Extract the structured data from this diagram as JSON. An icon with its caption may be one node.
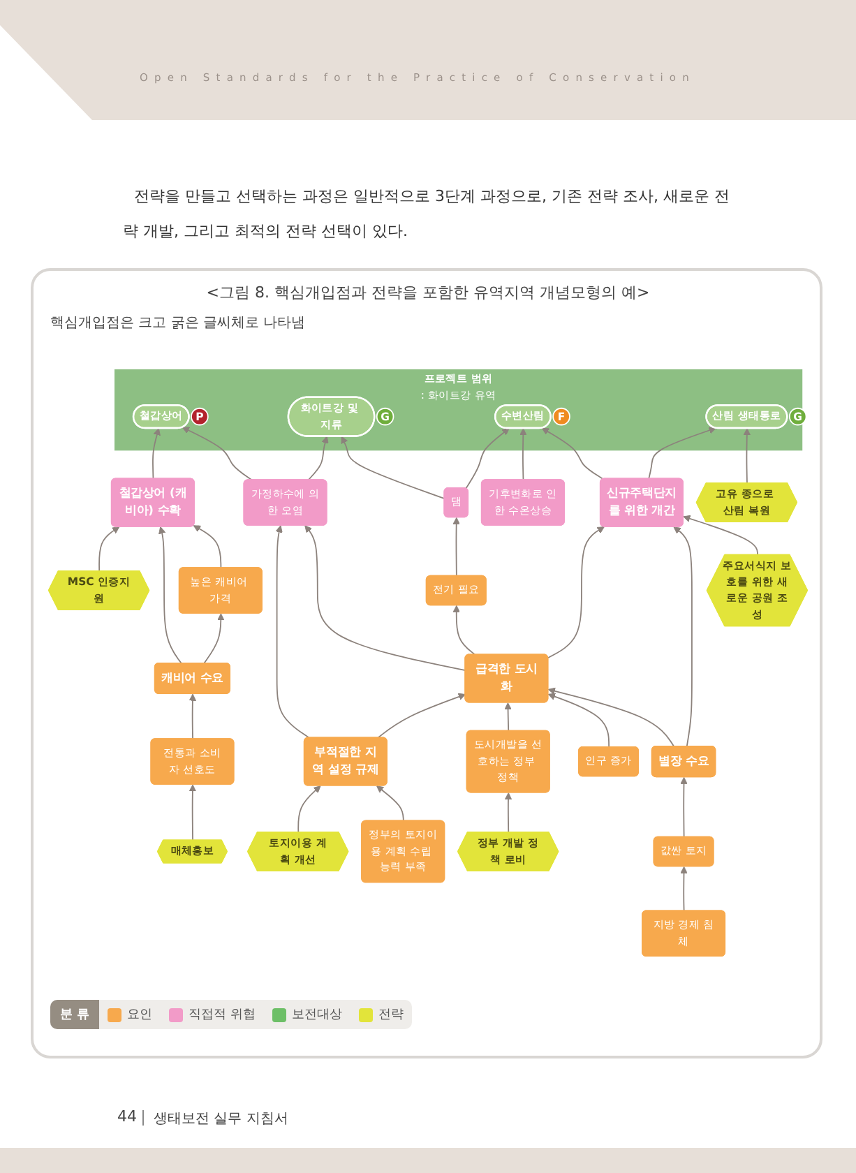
{
  "diagram": {
    "caption": "<그림 8. 핵심개입점과 전략을 포함한 유역지역 개념모형의 예>",
    "nodes": [
      {
        "text": [
          "프로젝트 범위",
          ": 화이트강 유역"
        ]
      },
      {
        "text": [
          "철갑상어"
        ],
        "in": 0,
        "beside": [
          "P"
        ]
      },
      {
        "text": [
          "화이트강 및 지류"
        ],
        "in": 0,
        "beside": [
          "G"
        ]
      },
      {
        "text": [
          "수변산림"
        ],
        "in": 0,
        "beside": [
          "F"
        ]
      },
      {
        "text": [
          "산림 생태통로"
        ],
        "in": 0,
        "beside": [
          "G"
        ]
      },
      {
        "text": [
          "고유 종으로 산림 복원"
        ]
      },
      {
        "text": [
          "MSC 인증지원"
        ]
      },
      {
        "text": [
          "철갑상어 (캐비아) 수확"
        ]
      },
      {
        "text": [
          "가정하수에 의한 오염"
        ]
      },
      {
        "text": [
          "댐"
        ]
      },
      {
        "text": [
          "기후변화로 인한 수온상승"
        ]
      },
      {
        "text": [
          "신규주택단지를 위한 개간"
        ]
      },
      {
        "text": [
          "캐비어 수요"
        ]
      },
      {
        "text": [
          "높은 캐비어 가격"
        ]
      },
      {
        "text": [
          "전기 필요"
        ]
      },
      {
        "text": [
          "주요서식지 보호를 위한 새로운 공원 조성"
        ]
      },
      {
        "text": [
          "전통과 소비자 선호도"
        ]
      },
      {
        "text": [
          "부적절한 지역 설정 규제"
        ]
      },
      {
        "text": [
          "급격한 도시화"
        ]
      },
      {
        "text": [
          "별장 수요"
        ]
      },
      {
        "text": [
          "토지이용 계획 개선"
        ]
      },
      {
        "text": [
          "매체홍보"
        ]
      },
      {
        "text": [
          "정부의 토지이용 계획 수립 능력 부족"
        ]
      },
      {
        "text": [
          "도시개발을 선호하는 정부 정책"
        ]
      },
      {
        "text": [
          "인구 증가"
        ]
      },
      {
        "text": [
          "값싼 토지"
        ]
      },
      {
        "text": [
          "지방 경제 침체"
        ]
      },
      {
        "text": [
          "정부 개발 정책 로비"
        ]
      }
    ],
    "edges": [
      {
        "from": 7,
        "to": 1,
        "arrow": "to"
      },
      {
        "from": 8,
        "to": 2,
        "arrow": "to"
      },
      {
        "from": 8,
        "to": 1,
        "arrow": "to"
      },
      {
        "from": 9,
        "to": 2,
        "arrow": "to"
      },
      {
        "from": 9,
        "to": 3,
        "arrow": "to"
      },
      {
        "from": 10,
        "to": 3,
        "arrow": "to"
      },
      {
        "from": 11,
        "to": 4,
        "arrow": "to"
      },
      {
        "from": 11,
        "to": 3,
        "arrow": "to"
      },
      {
        "from": 5,
        "to": 4,
        "arrow": "to"
      },
      {
        "from": 6,
        "to": 7,
        "arrow": "to"
      },
      {
        "from": 12,
        "to": 7,
        "arrow": "to"
      },
      {
        "from": 13,
        "to": 7,
        "arrow": "to"
      },
      {
        "from": 12,
        "to": 13,
        "arrow": "to"
      },
      {
        "from": 16,
        "to": 12,
        "arrow": "to"
      },
      {
        "from": 21,
        "to": 16,
        "arrow": "to"
      },
      {
        "from": 17,
        "to": 8,
        "arrow": "to"
      },
      {
        "from": 18,
        "to": 8,
        "arrow": "to"
      },
      {
        "from": 14,
        "to": 9,
        "arrow": "to"
      },
      {
        "from": 18,
        "to": 14,
        "arrow": "to"
      },
      {
        "from": 18,
        "to": 11,
        "arrow": "to"
      },
      {
        "from": 19,
        "to": 11,
        "arrow": "to"
      },
      {
        "from": 15,
        "to": 11,
        "arrow": "to"
      },
      {
        "from": 20,
        "to": 17,
        "arrow": "to"
      },
      {
        "from": 17,
        "to": 18,
        "arrow": "to"
      },
      {
        "from": 22,
        "to": 17,
        "arrow": "to"
      },
      {
        "from": 23,
        "to": 18,
        "arrow": "to"
      },
      {
        "from": 24,
        "to": 18,
        "arrow": "to"
      },
      {
        "from": 19,
        "to": 18,
        "arrow": "to"
      },
      {
        "from": 25,
        "to": 19,
        "arrow": "to"
      },
      {
        "from": 26,
        "to": 25,
        "arrow": "to"
      },
      {
        "from": 27,
        "to": 23,
        "arrow": "to"
      }
    ],
    "labels": [
      "Open Standards for the Practice of Conservation",
      "전략을 만들고 선택하는 과정은 일반적으로 3단계 과정으로, 기존 전략 조사, 새로운 전략 개발, 그리고 최적의 전략 선택이 있다.",
      "핵심개입점은 크고 굵은 글씨체로 나타냄",
      "분 류",
      "44",
      "생태보전 실무 지침서"
    ],
    "legend": [
      {
        "text": "요인",
        "color": "#f7a94d"
      },
      {
        "text": "직접적 위협",
        "color": "#f29bc8"
      },
      {
        "text": "보전대상",
        "color": "#6dbf67"
      },
      {
        "text": "전략",
        "color": "#e2e43a"
      }
    ]
  }
}
